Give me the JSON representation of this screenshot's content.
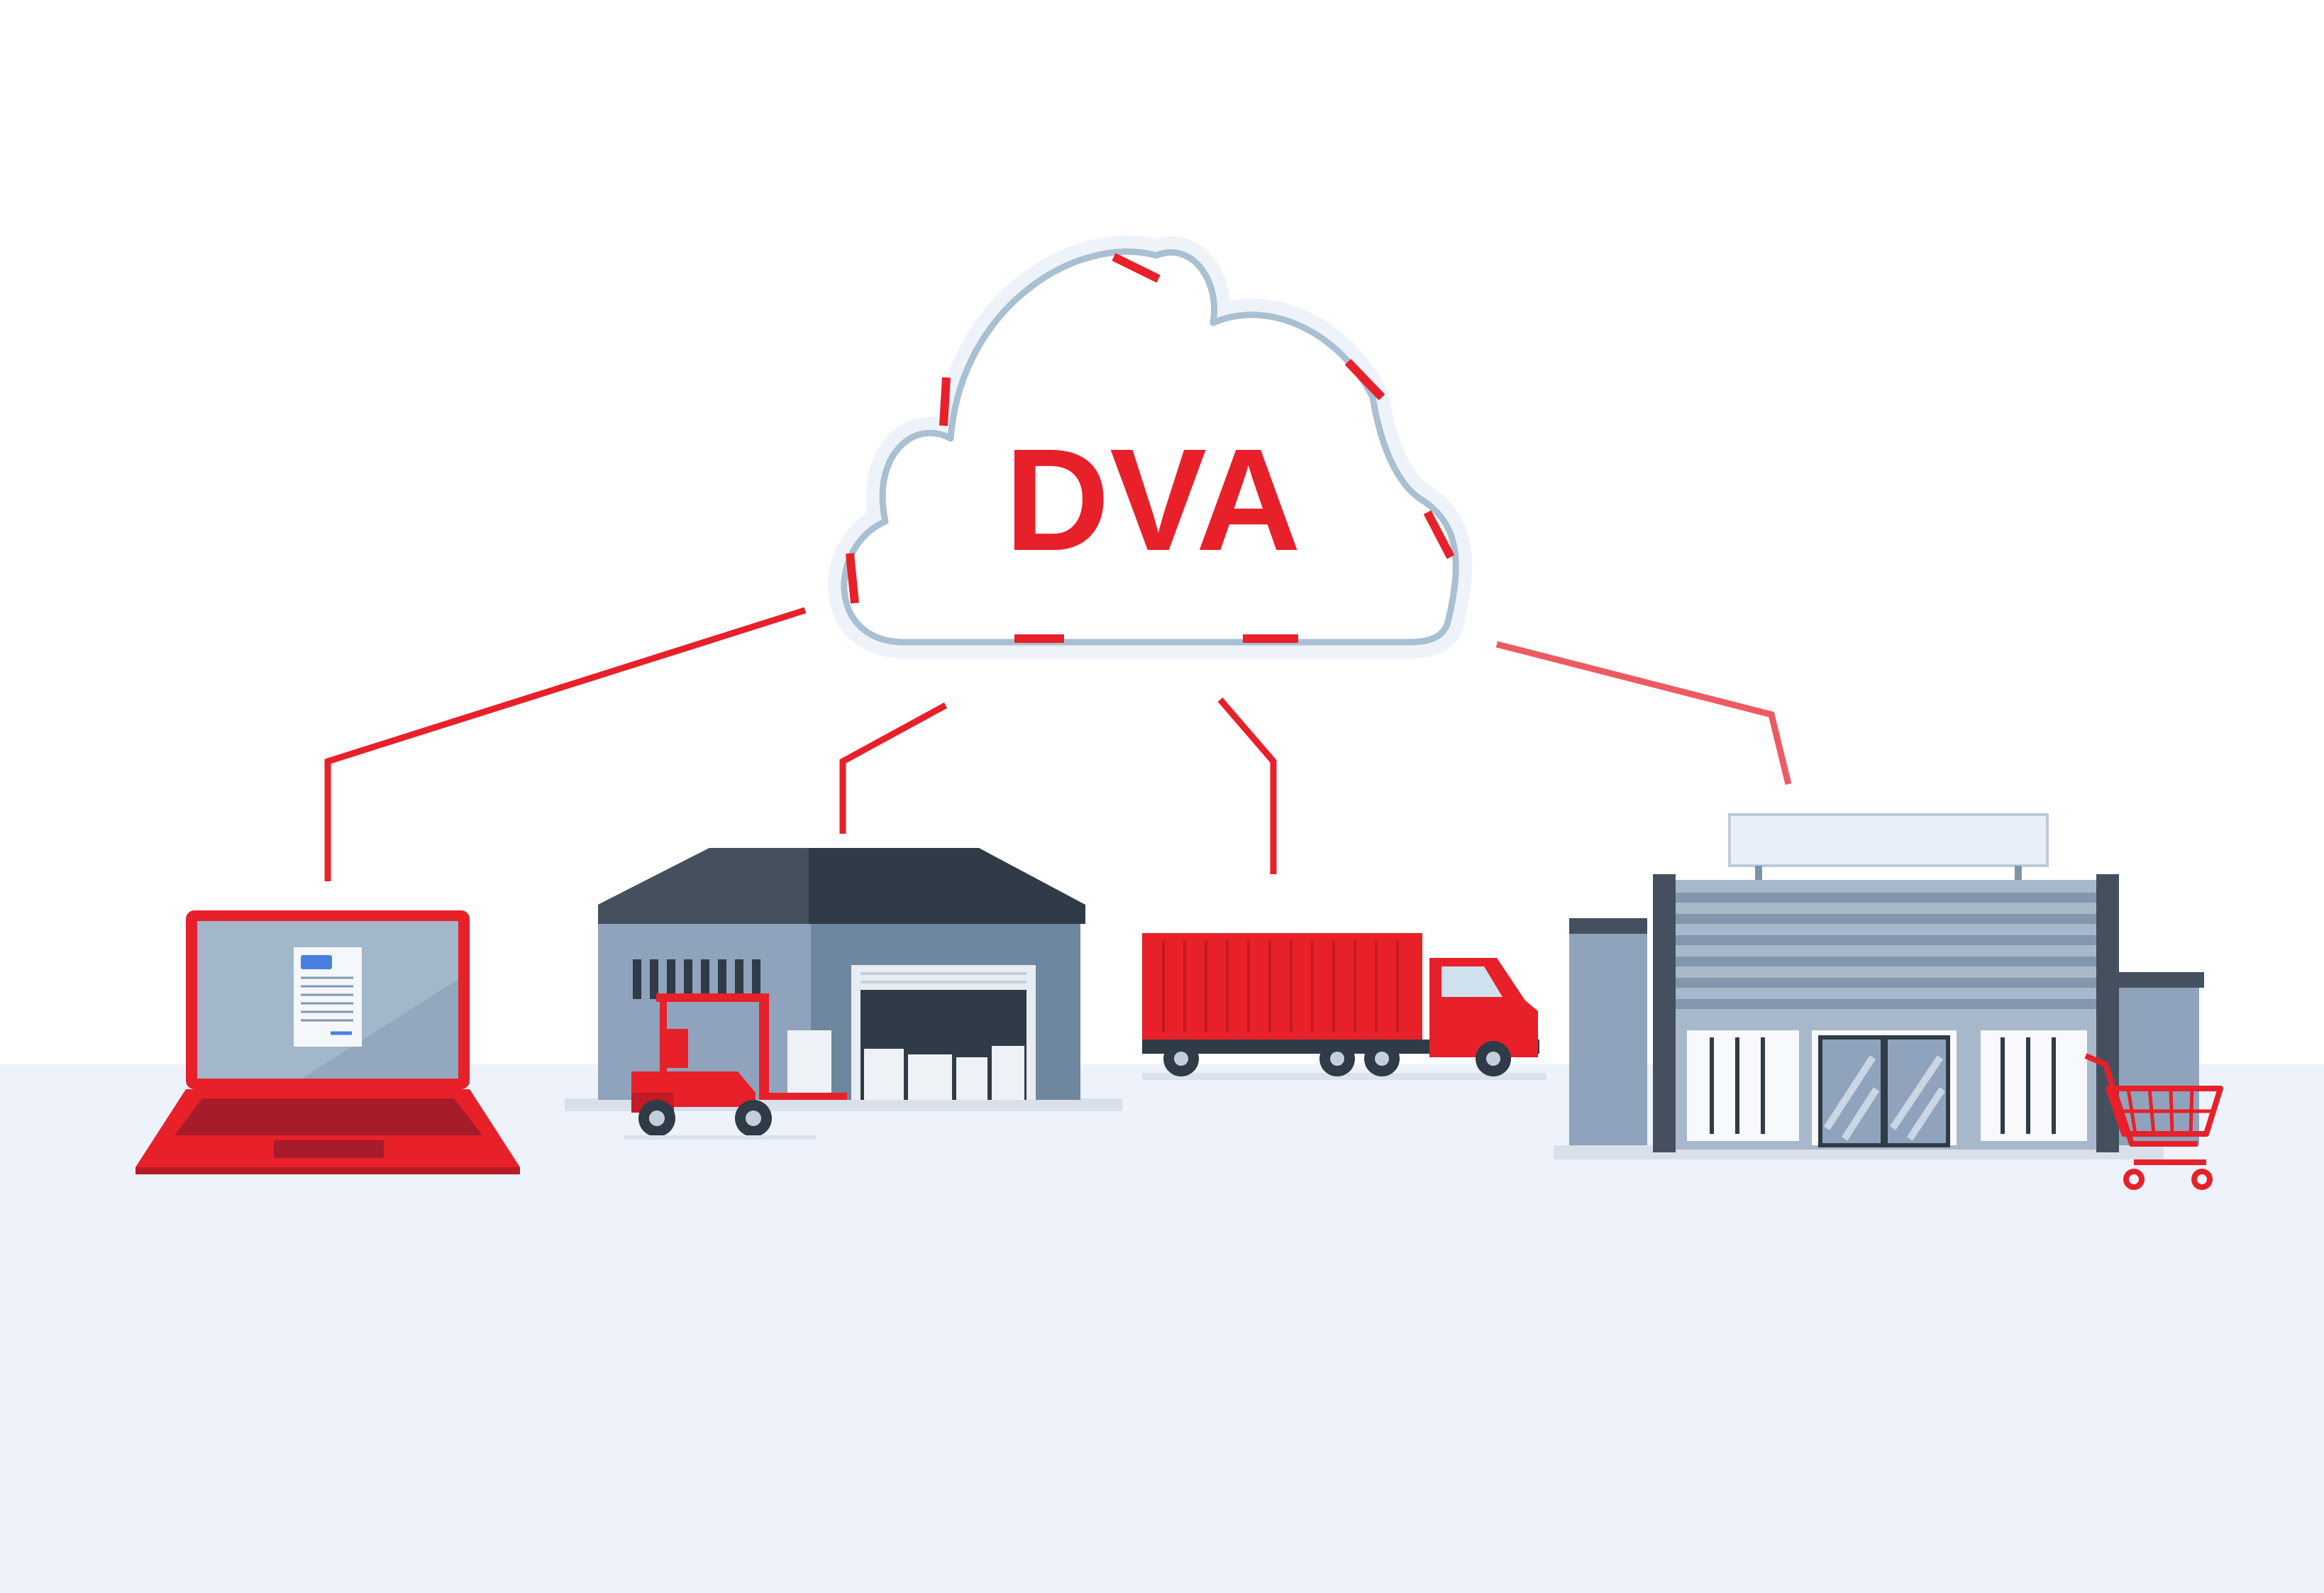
{
  "cloud": {
    "label": "DVA"
  },
  "colors": {
    "accent": "#e8202a",
    "cloud_outline": "#a9bfd2",
    "floor": "#eef3fb",
    "building_light": "#8fa3bc",
    "building_dark": "#2f3b47"
  },
  "nodes": [
    {
      "name": "laptop",
      "icon": "laptop-icon"
    },
    {
      "name": "warehouse",
      "icon": "warehouse-icon"
    },
    {
      "name": "truck",
      "icon": "truck-icon"
    },
    {
      "name": "store",
      "icon": "store-icon"
    }
  ]
}
